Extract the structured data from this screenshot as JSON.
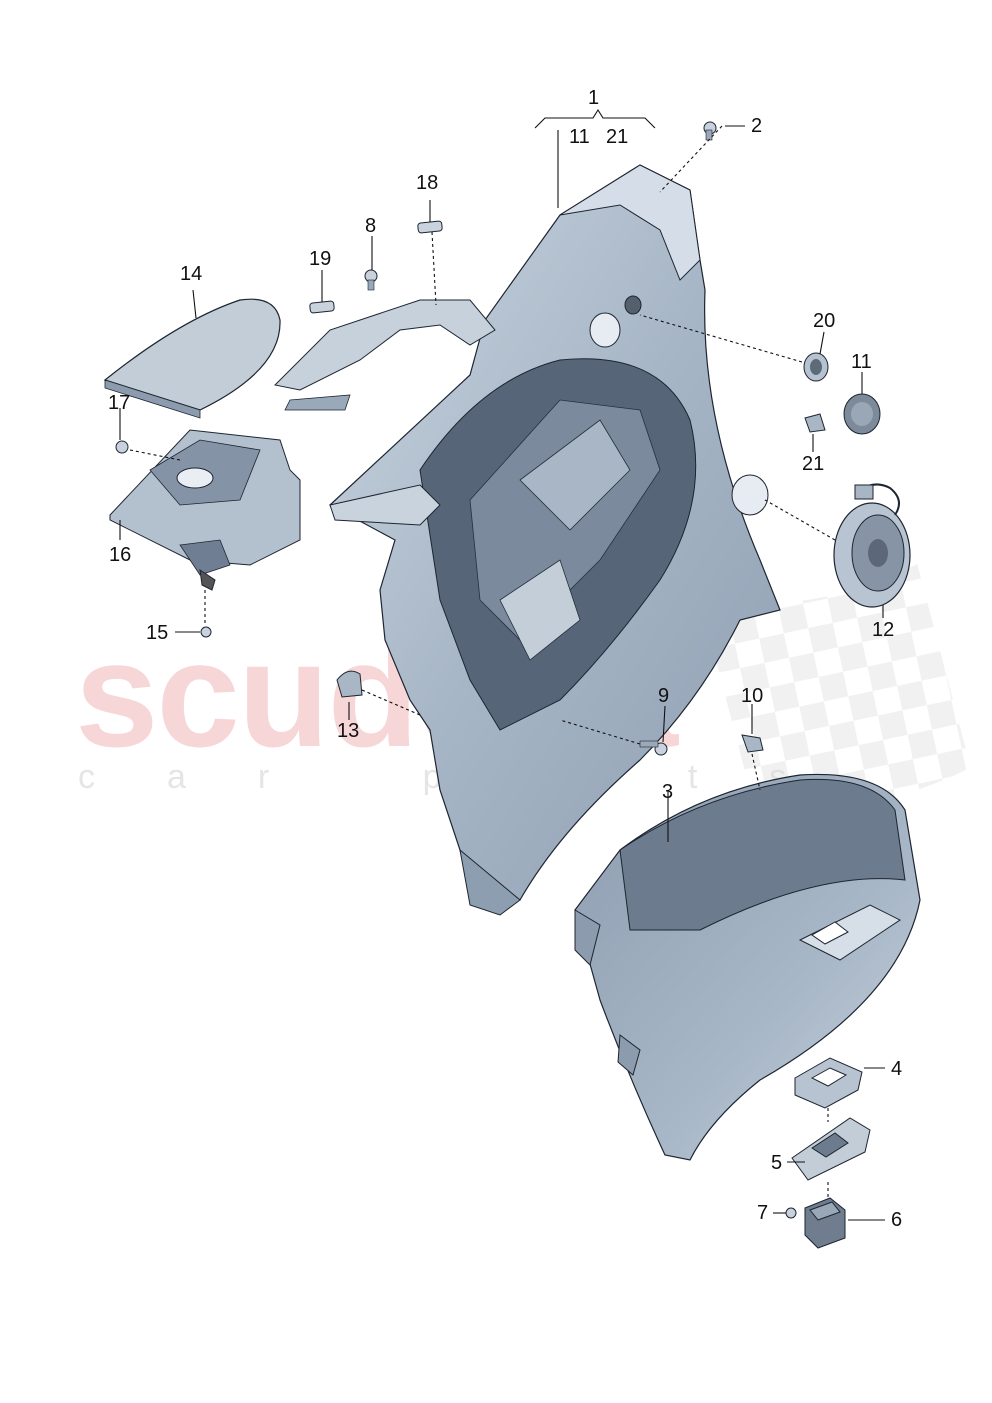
{
  "watermark": {
    "brand": "scuderia",
    "tagline": "car parts"
  },
  "callouts": {
    "c1": "1",
    "c1_sub_a": "11",
    "c1_sub_b": "21",
    "c2": "2",
    "c3": "3",
    "c4": "4",
    "c5": "5",
    "c6": "6",
    "c7": "7",
    "c8": "8",
    "c9": "9",
    "c10": "10",
    "c11": "11",
    "c12": "12",
    "c13": "13",
    "c14": "14",
    "c15": "15",
    "c16": "16",
    "c17": "17",
    "c18": "18",
    "c19": "19",
    "c20": "20",
    "c21": "21"
  },
  "colors": {
    "part_fill": "#aab8c8",
    "part_dark": "#7f8fa3",
    "part_light": "#cfd9e4",
    "line": "#222222",
    "watermark": "#e27878"
  }
}
